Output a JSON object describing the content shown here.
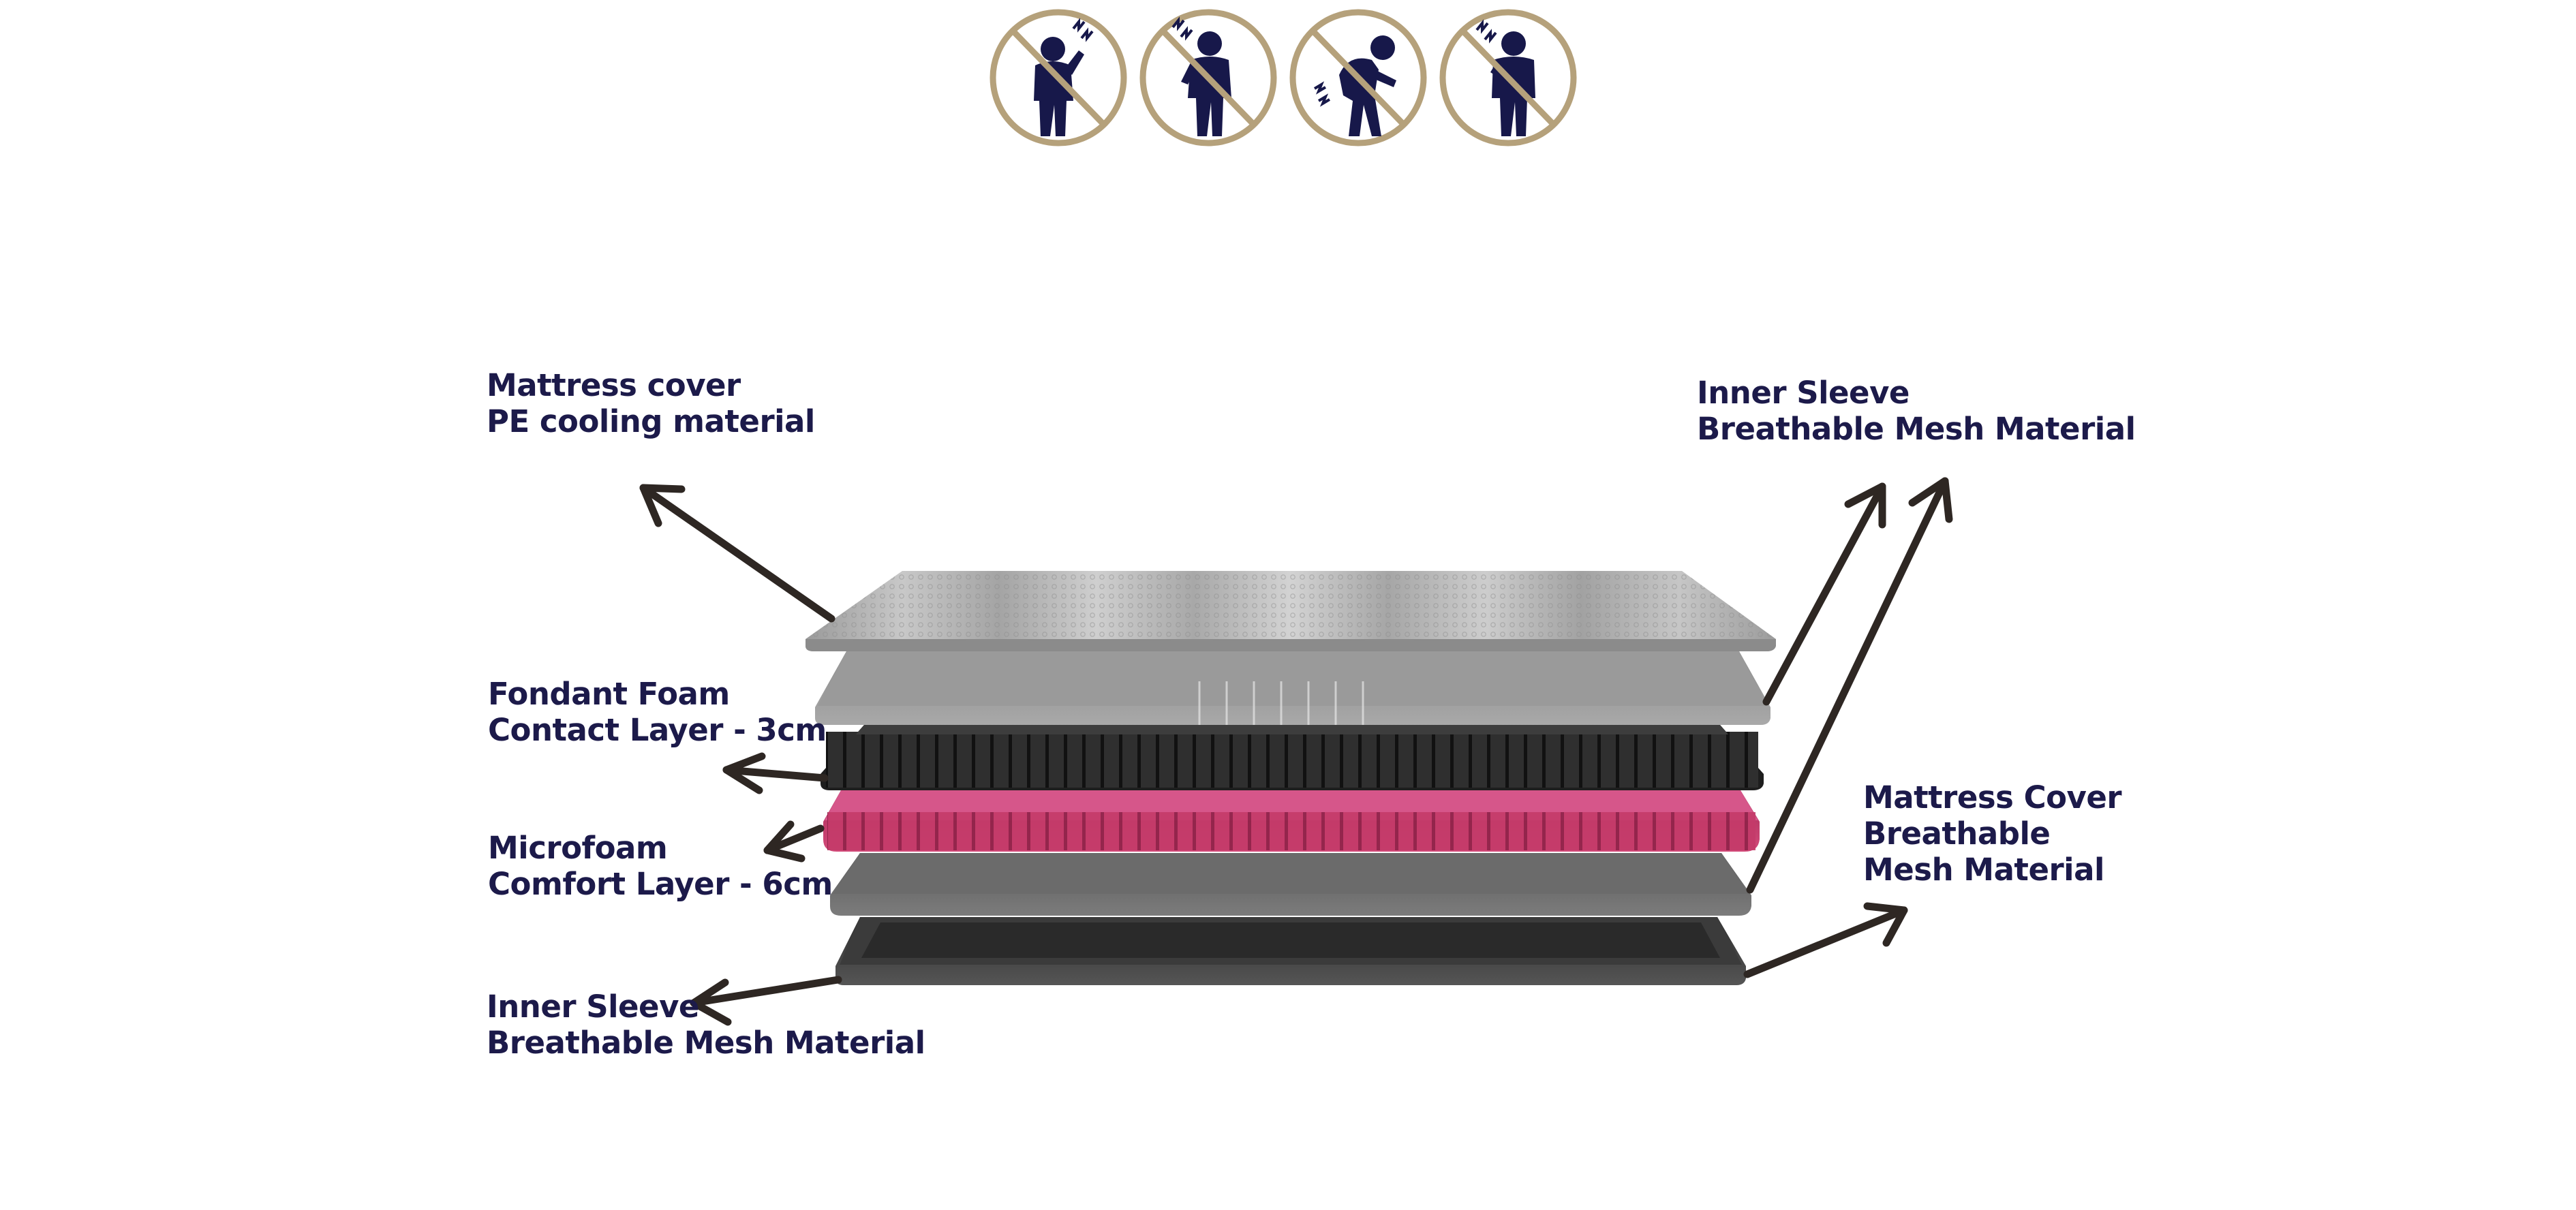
{
  "colors": {
    "label_text": "#1c1a4a",
    "arrow": "#2e2723",
    "icon_ring": "#b5a17b",
    "icon_figure": "#17184a",
    "pink_layer": "#c43a69"
  },
  "icons": [
    {
      "name": "no-neck-pain-icon"
    },
    {
      "name": "no-shoulder-pain-icon"
    },
    {
      "name": "no-back-pain-icon"
    },
    {
      "name": "no-chest-pain-icon"
    }
  ],
  "labels": {
    "mattress_cover_top": {
      "line1": "Mattress cover",
      "line2": "PE cooling material"
    },
    "inner_sleeve_top_right": {
      "line1": "Inner Sleeve",
      "line2": "Breathable Mesh Material"
    },
    "fondant_foam": {
      "line1": "Fondant Foam",
      "line2": "Contact Layer - 3cm"
    },
    "microfoam": {
      "line1": "Microfoam",
      "line2": "Comfort Layer - 6cm"
    },
    "inner_sleeve_bottom_left": {
      "line1": "Inner Sleeve",
      "line2": "Breathable Mesh Material"
    },
    "mattress_cover_bottom_right": {
      "line1": "Mattress Cover",
      "line2": "Breathable",
      "line3": "Mesh Material"
    }
  }
}
